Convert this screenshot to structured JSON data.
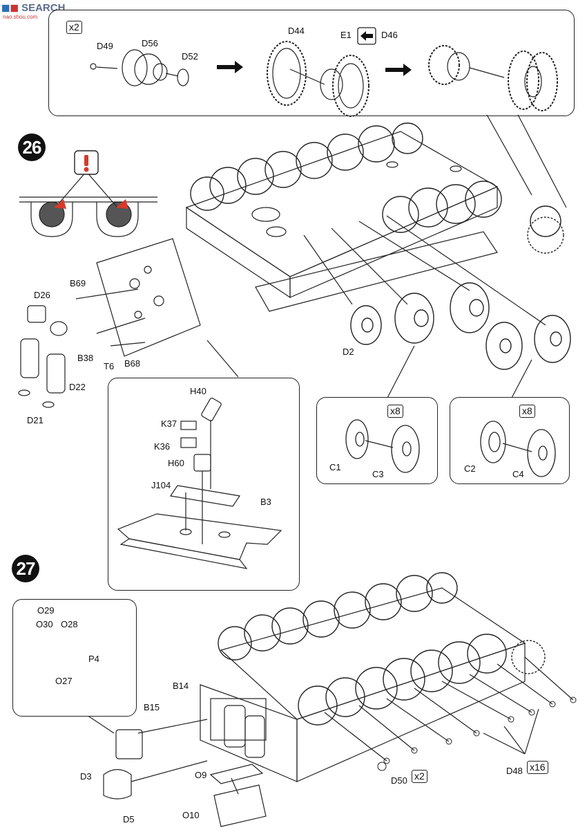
{
  "watermark": {
    "title": "SEARCH",
    "site": "nao.shou.com"
  },
  "step26": {
    "number": "26",
    "detail_panel": {
      "qty": "x2",
      "labels": {
        "d49": "D49",
        "d56": "D56",
        "d52": "D52",
        "d44": "D44",
        "e1": "E1",
        "d46": "D46"
      }
    },
    "labels": {
      "d26": "D26",
      "b69": "B69",
      "b38": "B38",
      "t6": "T6",
      "b68": "B68",
      "d22": "D22",
      "d21": "D21",
      "d2": "D2"
    },
    "hull_panel": {
      "h40": "H40",
      "k37": "K37",
      "k36": "K36",
      "h60": "H60",
      "j104": "J104",
      "b3": "B3"
    },
    "wheel_panel_a": {
      "qty": "x8",
      "c1": "C1",
      "c3": "C3"
    },
    "wheel_panel_b": {
      "qty": "x8",
      "c2": "C2",
      "c4": "C4"
    }
  },
  "step27": {
    "number": "27",
    "box_panel": {
      "o29": "O29",
      "o30": "O30",
      "o28": "O28",
      "o27": "O27",
      "p4": "P4"
    },
    "labels": {
      "b14": "B14",
      "b15": "B15",
      "d3": "D3",
      "d5": "D5",
      "o9": "O9",
      "o10": "O10",
      "d50": "D50",
      "d50_qty": "x2",
      "d48": "D48",
      "d48_qty": "x16"
    }
  },
  "colors": {
    "ink": "#111111",
    "warning": "#d83a2a",
    "watermark": "#5b6b8a"
  }
}
